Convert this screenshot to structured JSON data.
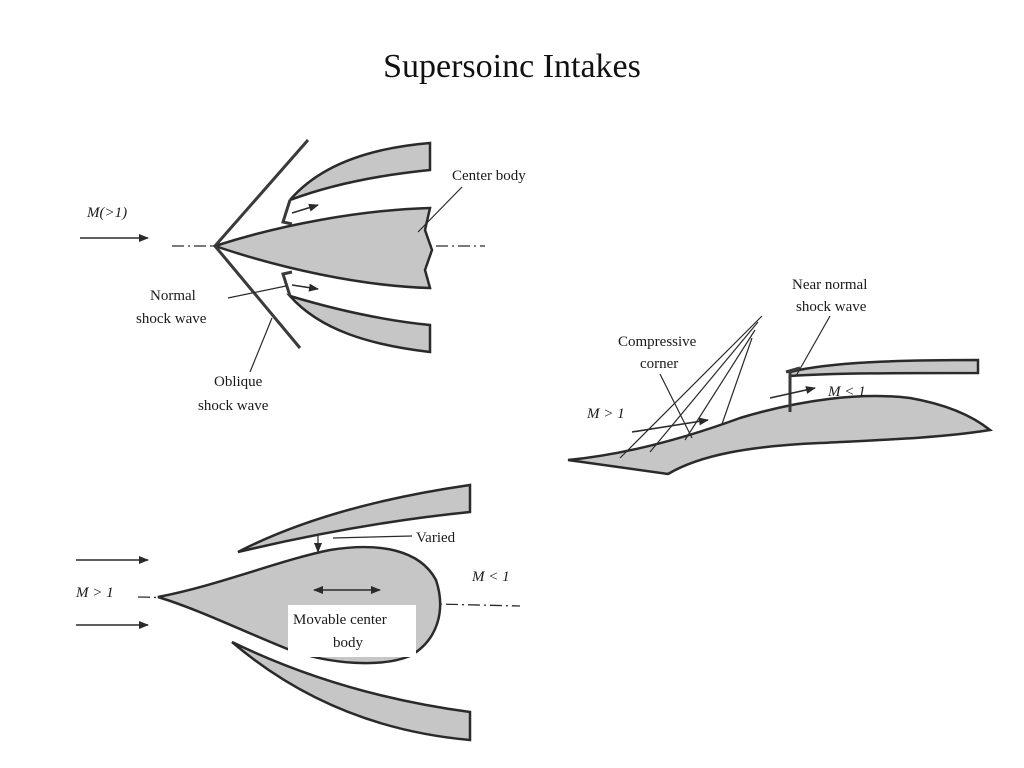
{
  "title": "Supersoinc Intakes",
  "figure_a": {
    "freestream": "M(>1)",
    "center_body": "Center body",
    "normal_shock_l1": "Normal",
    "normal_shock_l2": "shock wave",
    "oblique_shock_l1": "Oblique",
    "oblique_shock_l2": "shock wave"
  },
  "figure_b": {
    "near_normal_l1": "Near normal",
    "near_normal_l2": "shock wave",
    "compressive_l1": "Compressive",
    "compressive_l2": "corner",
    "upstream_mach": "M > 1",
    "downstream_mach": "M < 1"
  },
  "figure_c": {
    "upstream_mach": "M > 1",
    "downstream_mach": "M < 1",
    "varied": "Varied",
    "movable_l1": "Movable center",
    "movable_l2": "body"
  },
  "colors": {
    "shade": "#c6c6c6",
    "ink": "#2a2a2a"
  }
}
